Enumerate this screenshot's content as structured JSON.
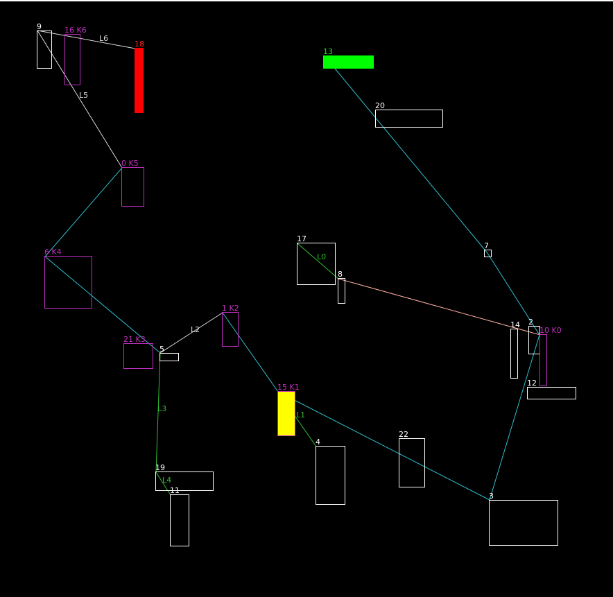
{
  "nodes": [
    {
      "id": "9",
      "text": "9",
      "color": "#ffffff"
    },
    {
      "id": "16K6",
      "text": "16 K6",
      "color": "#c030c0"
    },
    {
      "id": "18",
      "text": "18",
      "color": "#ff2020",
      "fill": "#ff0000"
    },
    {
      "id": "13",
      "text": "13",
      "color": "#20e020",
      "fill": "#00ff00"
    },
    {
      "id": "20",
      "text": "20",
      "color": "#ffffff"
    },
    {
      "id": "0K5",
      "text": "0 K5",
      "color": "#c030c0"
    },
    {
      "id": "6K4",
      "text": "6 K4",
      "color": "#c030c0"
    },
    {
      "id": "17",
      "text": "17",
      "color": "#ffffff"
    },
    {
      "id": "8",
      "text": "8",
      "color": "#ffffff"
    },
    {
      "id": "7",
      "text": "7",
      "color": "#ffffff"
    },
    {
      "id": "14",
      "text": "14",
      "color": "#ffffff"
    },
    {
      "id": "2",
      "text": "2",
      "color": "#ffffff"
    },
    {
      "id": "10K0",
      "text": "10 K0",
      "color": "#c030c0"
    },
    {
      "id": "12",
      "text": "12",
      "color": "#ffffff"
    },
    {
      "id": "1K2",
      "text": "1 K2",
      "color": "#c030c0"
    },
    {
      "id": "21K3",
      "text": "21 K3",
      "color": "#c030c0"
    },
    {
      "id": "5",
      "text": "5",
      "color": "#ffffff"
    },
    {
      "id": "15K1",
      "text": "15 K1",
      "color": "#c030c0",
      "fill": "#ffff00"
    },
    {
      "id": "4",
      "text": "4",
      "color": "#ffffff"
    },
    {
      "id": "22",
      "text": "22",
      "color": "#ffffff"
    },
    {
      "id": "3",
      "text": "3",
      "color": "#ffffff"
    },
    {
      "id": "19",
      "text": "19",
      "color": "#ffffff"
    },
    {
      "id": "11",
      "text": "11",
      "color": "#ffffff"
    }
  ],
  "edges": [
    {
      "from": "13",
      "to": "7",
      "color": "#30c0d0",
      "label": ""
    },
    {
      "from": "7",
      "to": "2",
      "color": "#30c0d0",
      "label": ""
    },
    {
      "from": "2",
      "to": "3",
      "color": "#30c0d0",
      "label": ""
    },
    {
      "from": "3",
      "to": "15K1",
      "color": "#30c0d0",
      "label": ""
    },
    {
      "from": "15K1",
      "to": "1K2",
      "color": "#30c0d0",
      "label": ""
    },
    {
      "from": "6K4",
      "to": "0K5",
      "color": "#30c0d0",
      "label": ""
    },
    {
      "from": "6K4",
      "to": "5",
      "color": "#30c0d0",
      "label": ""
    },
    {
      "from": "8",
      "to": "10K0",
      "color": "#ffb0a0",
      "label": ""
    },
    {
      "from": "17",
      "to": "8",
      "color": "#30c030",
      "label": "L0"
    },
    {
      "from": "15K1",
      "to": "4",
      "color": "#30c030",
      "label": "L1"
    },
    {
      "from": "5",
      "to": "1K2",
      "color": "#dddddd",
      "label": "L2"
    },
    {
      "from": "5",
      "to": "19",
      "color": "#30c030",
      "label": "L3"
    },
    {
      "from": "19",
      "to": "11",
      "color": "#30c030",
      "label": "L4"
    },
    {
      "from": "9",
      "to": "0K5",
      "color": "#dddddd",
      "label": "L5"
    },
    {
      "from": "9",
      "to": "18",
      "color": "#dddddd",
      "label": "L6"
    }
  ]
}
